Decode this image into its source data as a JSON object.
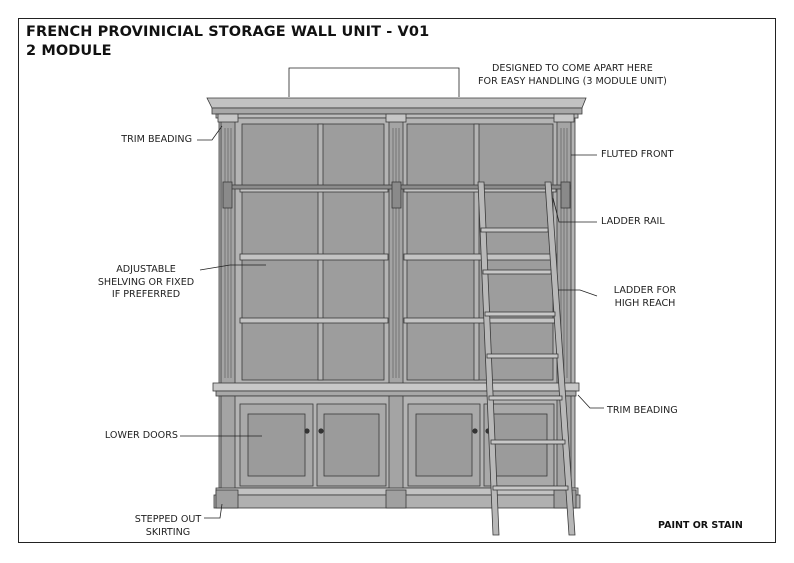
{
  "sheet": {
    "title_line1": "FRENCH PROVINICIAL STORAGE WALL UNIT - V01",
    "title_line2": "2 MODULE",
    "note": "PAINT OR STAIN"
  },
  "callouts": {
    "split": [
      "DESIGNED TO COME APART HERE",
      "FOR EASY HANDLING (3 MODULE UNIT)"
    ],
    "trim_beading_top": [
      "TRIM BEADING"
    ],
    "fluted_front": [
      "FLUTED FRONT"
    ],
    "ladder_rail": [
      "LADDER RAIL"
    ],
    "adjustable_shelving": [
      "ADJUSTABLE",
      "SHELVING OR FIXED",
      "IF PREFERRED"
    ],
    "ladder_high_reach": [
      "LADDER FOR",
      "HIGH REACH"
    ],
    "trim_beading_mid": [
      "TRIM BEADING"
    ],
    "lower_doors": [
      "LOWER DOORS"
    ],
    "skirting": [
      "STEPPED OUT",
      "SKIRTING"
    ]
  },
  "colors": {
    "panel": "#9a9a9a",
    "body": "#b4b4b4",
    "edge": "#3a3a3a",
    "line": "#222222"
  }
}
